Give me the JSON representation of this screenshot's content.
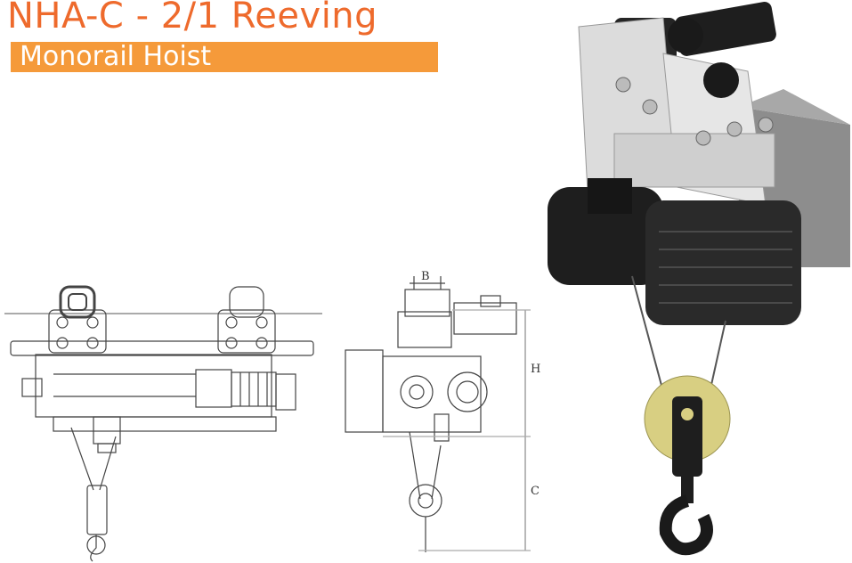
{
  "header": {
    "title": "NHA-C - 2/1 Reeving",
    "subtitle": "Monorail Hoist"
  },
  "drawing": {
    "dim_b": "B",
    "dim_h": "H",
    "dim_c": "C"
  },
  "colors": {
    "title": "#ee6a2c",
    "subtitle_bar": "#f59a3a",
    "hook_block": "#d8cf82",
    "motor": "#1e1e1e"
  }
}
